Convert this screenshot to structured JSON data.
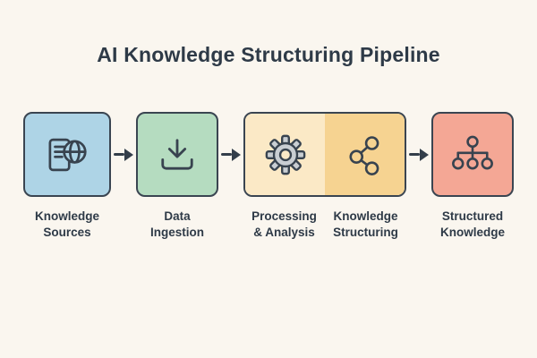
{
  "title": "AI Knowledge Structuring Pipeline",
  "colors": {
    "background": "#faf6ef",
    "outline": "#3a4551",
    "arrow": "#333e4a",
    "text": "#2e3a47"
  },
  "stages": [
    {
      "label": "Knowledge\nSources",
      "icon": "document-globe-icon",
      "color": "#aed4e6"
    },
    {
      "label": "Data\nIngestion",
      "icon": "download-icon",
      "color": "#b5dcc0"
    },
    {
      "label": "Processing\n& Analysis",
      "icon": "gear-icon",
      "color": "#fbe9c6"
    },
    {
      "label": "Knowledge\nStructuring",
      "icon": "share-nodes-icon",
      "color": "#f6d391"
    },
    {
      "label": "Structured\nKnowledge",
      "icon": "org-chart-icon",
      "color": "#f4a795"
    }
  ]
}
